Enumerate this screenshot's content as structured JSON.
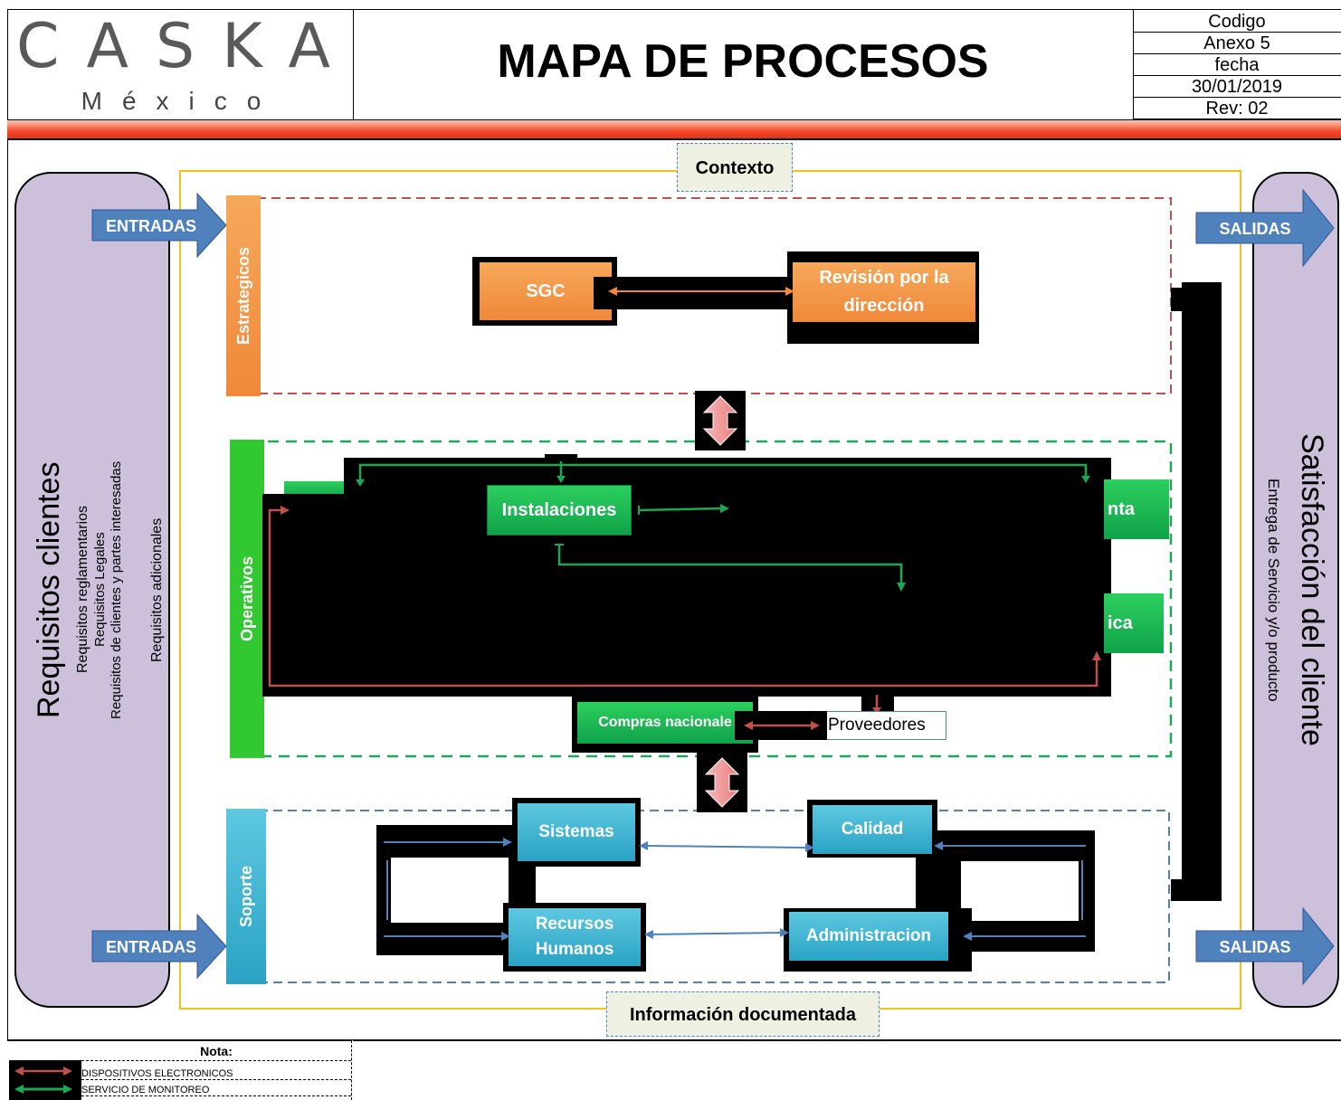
{
  "header": {
    "logo_main": "CASKA",
    "logo_sub": "México",
    "title": "MAPA DE PROCESOS",
    "meta": [
      "Codigo",
      "Anexo 5",
      "fecha",
      "30/01/2019",
      "Rev:  02"
    ]
  },
  "frame": {
    "context_label": "Contexto",
    "doc_info_label": "Información documentada"
  },
  "left_panel": {
    "title": "Requisitos   clientes",
    "items": [
      "Requisitos reglamentarios",
      "Requisitos Legales",
      "Requisitos de clientes y partes interesadas",
      "Requisitos adicionales"
    ]
  },
  "right_panel": {
    "title": "Satisfacción del cliente",
    "subtitle": "Entrega de Servicio y/o producto"
  },
  "arrows": {
    "input_top": "ENTRADAS",
    "input_bottom": "ENTRADAS",
    "output_top": "SALIDAS",
    "output_bottom": "SALIDAS"
  },
  "sections": {
    "strategic": "Estrategicos",
    "operative": "Operativos",
    "support": "Soporte"
  },
  "processes": {
    "sgc": "SGC",
    "revision": "Revisión por la dirección",
    "instalaciones": "Instalaciones",
    "venta_partial": "nta",
    "tecnica_partial": "ica",
    "compras": "Compras  nacionale",
    "proveedores": "Proveedores",
    "sistemas": "Sistemas",
    "calidad": "Calidad",
    "rrhh": "Recursos Humanos",
    "administracion": "Administracion"
  },
  "legend": {
    "title": "Nota:",
    "items": [
      "DISPOSITIVOS ELECTRONICOS",
      "SERVICIO DE MONITOREO"
    ],
    "colors": [
      "#c0504d",
      "#1aaa55"
    ]
  },
  "colors": {
    "strategic": "#f0883a",
    "operative": "#10a24a",
    "support": "#2aa2c4",
    "panel": "#ccc0da",
    "arrow_blue": "#4f81bd",
    "context_border": "#f2c21b"
  }
}
